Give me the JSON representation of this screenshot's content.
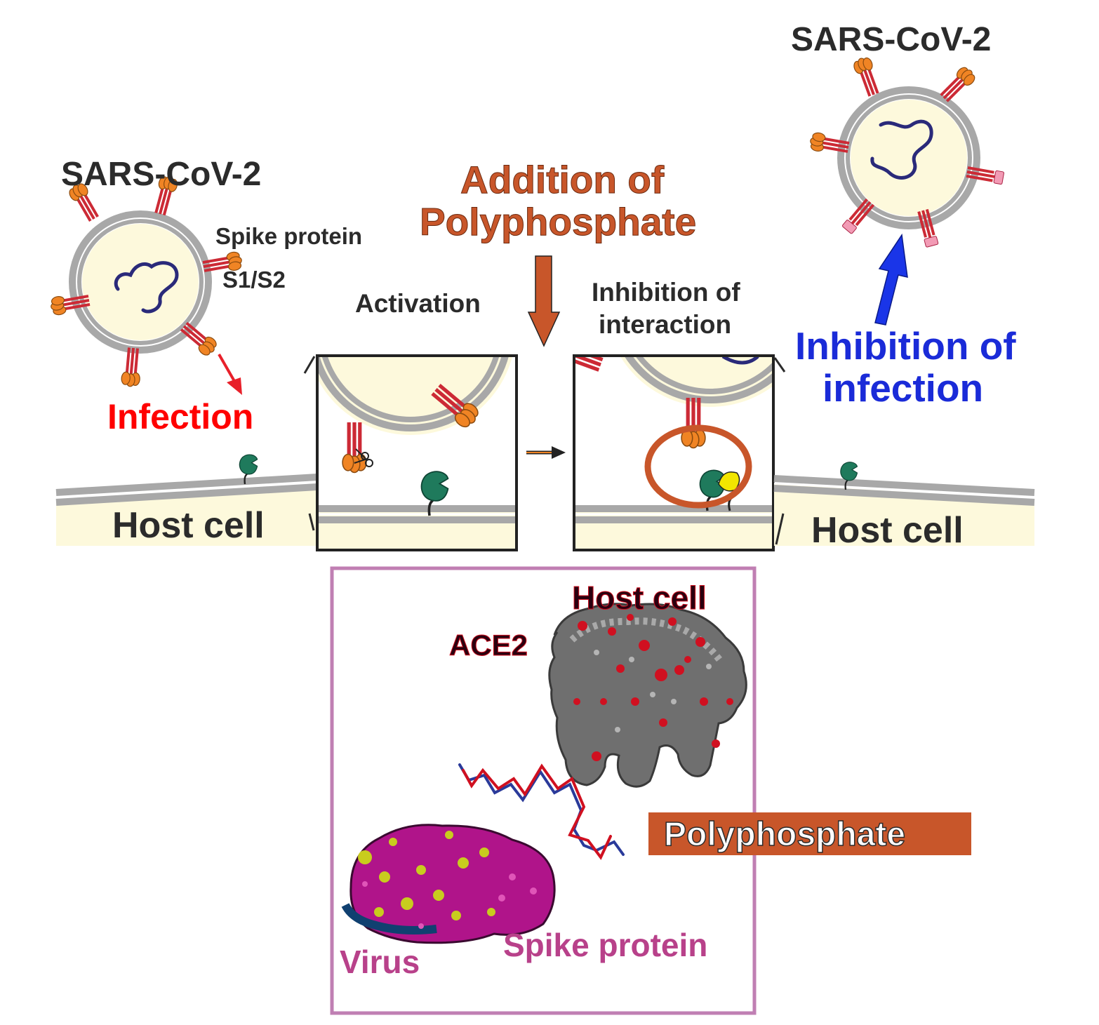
{
  "labels": {
    "virus_left_title": "SARS-CoV-2",
    "virus_right_title": "SARS-CoV-2",
    "spike_protein": "Spike protein",
    "s1s2": "S1/S2",
    "infection": "Infection",
    "addition_line1": "Addition of",
    "addition_line2": "Polyphosphate",
    "activation": "Activation",
    "inhibition_interaction_line1": "Inhibition of",
    "inhibition_interaction_line2": "interaction",
    "inhibition_infection_line1": "Inhibition of",
    "inhibition_infection_line2": "infection",
    "host_cell_left": "Host cell",
    "host_cell_right": "Host cell",
    "inset_host_cell": "Host cell",
    "ace2": "ACE2",
    "polyphosphate": "Polyphosphate",
    "spike_protein_inset": "Spike protein",
    "virus": "Virus"
  },
  "colors": {
    "infection": "#ff0000",
    "polyphosphate": "#c8562a",
    "inhibition_infection": "#1a2bd8",
    "inset_frame": "#c07fb3",
    "inset_labels": "#b8418a",
    "membrane": "#a8a8a8",
    "cytoplasm": "#fdf9dc",
    "spike_stalk": "#cc2a35",
    "spike_head": "#f08424",
    "ace2_receptor": "#1f7a5c"
  },
  "icons": [
    "scissors-icon",
    "virus-icon",
    "spike-protein-icon",
    "ace2-receptor-icon",
    "polyphosphate-molecule-icon"
  ]
}
